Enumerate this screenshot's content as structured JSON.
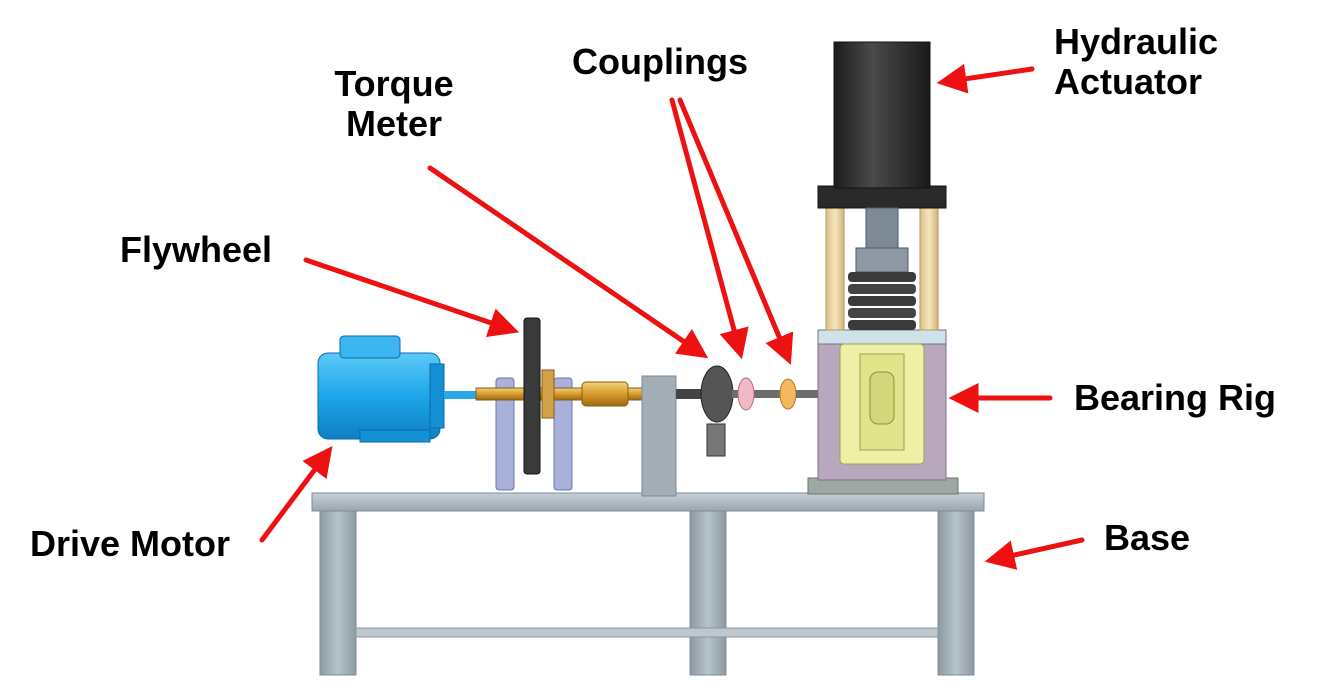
{
  "labels": {
    "hydraulic_actuator": [
      "Hydraulic",
      "Actuator"
    ],
    "couplings": "Couplings",
    "torque_meter": [
      "Torque",
      "Meter"
    ],
    "flywheel": "Flywheel",
    "bearing_rig": "Bearing Rig",
    "drive_motor": "Drive Motor",
    "base": "Base"
  },
  "colors": {
    "arrow": "#ee1111",
    "motor": "#1ea6ea",
    "base": "#a9b6bf",
    "actuator": "#2c2c2c",
    "rig": "#b9a8bd",
    "rig_window": "#eef0a6",
    "pillar": "#f0dcaa"
  }
}
